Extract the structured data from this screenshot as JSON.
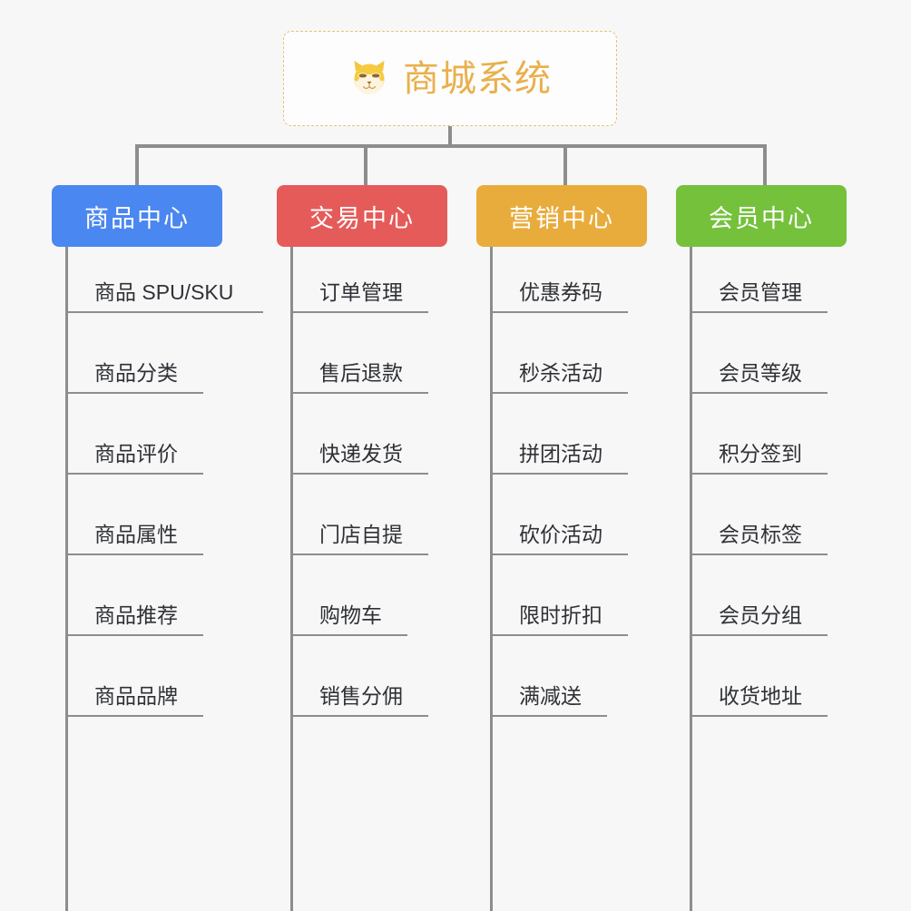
{
  "root": {
    "title": "商城系统",
    "icon": "shiba-dog-icon",
    "border_color": "#e9c178",
    "text_color": "#e9b04c",
    "background": "#fdfdfd"
  },
  "canvas": {
    "background": "#f7f7f7",
    "connector_color": "#8d8d8d"
  },
  "branches": [
    {
      "label": "商品中心",
      "color": "#4a87f0",
      "leaves": [
        "商品 SPU/SKU",
        "商品分类",
        "商品评价",
        "商品属性",
        "商品推荐",
        "商品品牌"
      ]
    },
    {
      "label": "交易中心",
      "color": "#e55b59",
      "leaves": [
        "订单管理",
        "售后退款",
        "快递发货",
        "门店自提",
        "购物车",
        "销售分佣"
      ]
    },
    {
      "label": "营销中心",
      "color": "#e8ac3c",
      "leaves": [
        "优惠券码",
        "秒杀活动",
        "拼团活动",
        "砍价活动",
        "限时折扣",
        "满减送"
      ]
    },
    {
      "label": "会员中心",
      "color": "#75c13c",
      "leaves": [
        "会员管理",
        "会员等级",
        "积分签到",
        "会员标签",
        "会员分组",
        "收货地址"
      ]
    }
  ]
}
